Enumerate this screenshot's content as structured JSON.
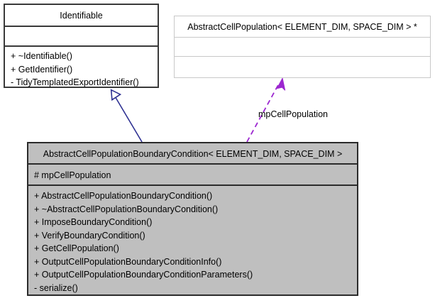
{
  "diagram": {
    "kind": "uml-class-diagram",
    "background": "#ffffff",
    "colors": {
      "inheritance_edge": "#2e3192",
      "dependency_edge": "#9c27d0",
      "main_class_fill": "#bfbfbf",
      "main_class_border": "#2b2b2b",
      "plain_class_fill": "#ffffff",
      "plain_class_border": "#3a3a3a",
      "light_class_border": "#c8c8c8",
      "text": "#000000"
    }
  },
  "classes": {
    "identifiable": {
      "name": "Identifiable",
      "attributes": [],
      "operations": [
        "+ ~Identifiable()",
        "+ GetIdentifier()",
        "- TidyTemplatedExportIdentifier()"
      ]
    },
    "abstract_cell_population": {
      "name": "AbstractCellPopulation< ELEMENT_DIM, SPACE_DIM > *",
      "attributes": [],
      "operations": []
    },
    "main": {
      "name": "AbstractCellPopulationBoundaryCondition< ELEMENT_DIM, SPACE_DIM >",
      "attributes": [
        "# mpCellPopulation"
      ],
      "operations": [
        "+ AbstractCellPopulationBoundaryCondition()",
        "+ ~AbstractCellPopulationBoundaryCondition()",
        "+ ImposeBoundaryCondition()",
        "+ VerifyBoundaryCondition()",
        "+ GetCellPopulation()",
        "+ OutputCellPopulationBoundaryConditionInfo()",
        "+ OutputCellPopulationBoundaryConditionParameters()",
        "- serialize()"
      ]
    }
  },
  "edges": {
    "inheritance": {
      "label": "",
      "from": "main",
      "to": "identifiable",
      "style": "solid",
      "arrow": "hollow-triangle"
    },
    "dependency": {
      "label": "mpCellPopulation",
      "from": "main",
      "to": "abstract_cell_population",
      "style": "dashed",
      "arrow": "open-arrow"
    }
  }
}
